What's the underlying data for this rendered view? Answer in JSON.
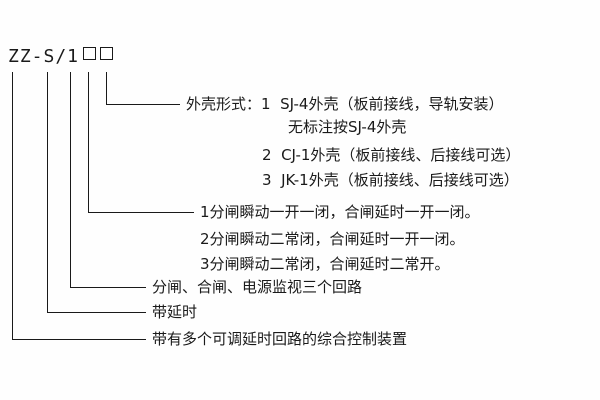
{
  "model": {
    "prefix": "ZZ-S/1"
  },
  "callouts": {
    "shell": {
      "line1": "外壳形式：1  SJ-4外壳（板前接线，导轨安装）",
      "line2": "无标注按SJ-4外壳",
      "line3": "2  CJ-1外壳（板前接线、后接线可选）",
      "line4": "3  JK-1外壳（板前接线、后接线可选）"
    },
    "contact": {
      "line1": "1分闸瞬动一开一闭，合闸延时一开一闭。",
      "line2": "2分闸瞬动二常闭，合闸延时一开一闭。",
      "line3": "3分闸瞬动二常闭，合闸延时二常开。"
    },
    "circuits": "分闸、合闸、电源监视三个回路",
    "delay": "带延时",
    "device": "带有多个可调延时回路的综合控制装置"
  }
}
